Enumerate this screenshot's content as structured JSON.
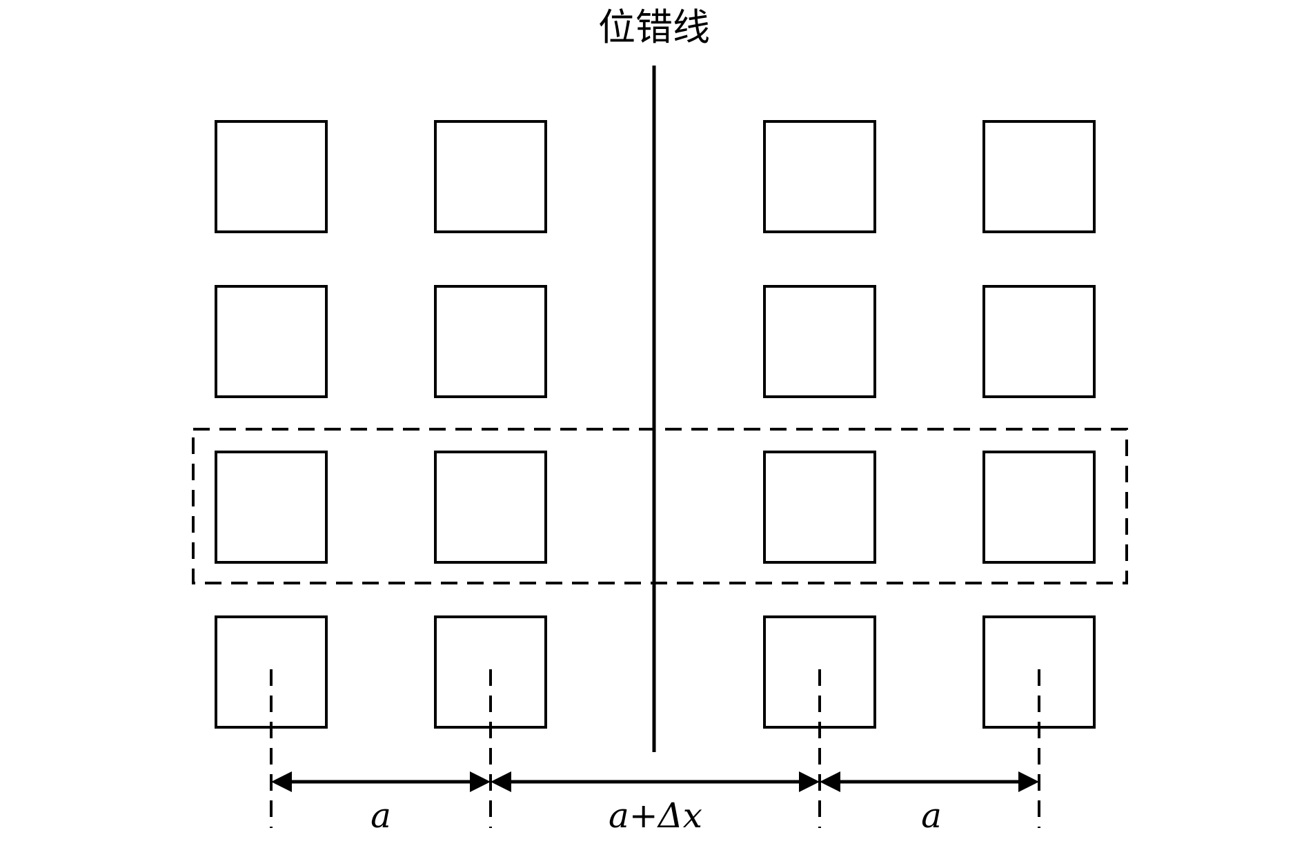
{
  "title": "位错线",
  "labels": {
    "left_spacing": "a",
    "middle_spacing": "a+Δx",
    "right_spacing": "a"
  }
}
